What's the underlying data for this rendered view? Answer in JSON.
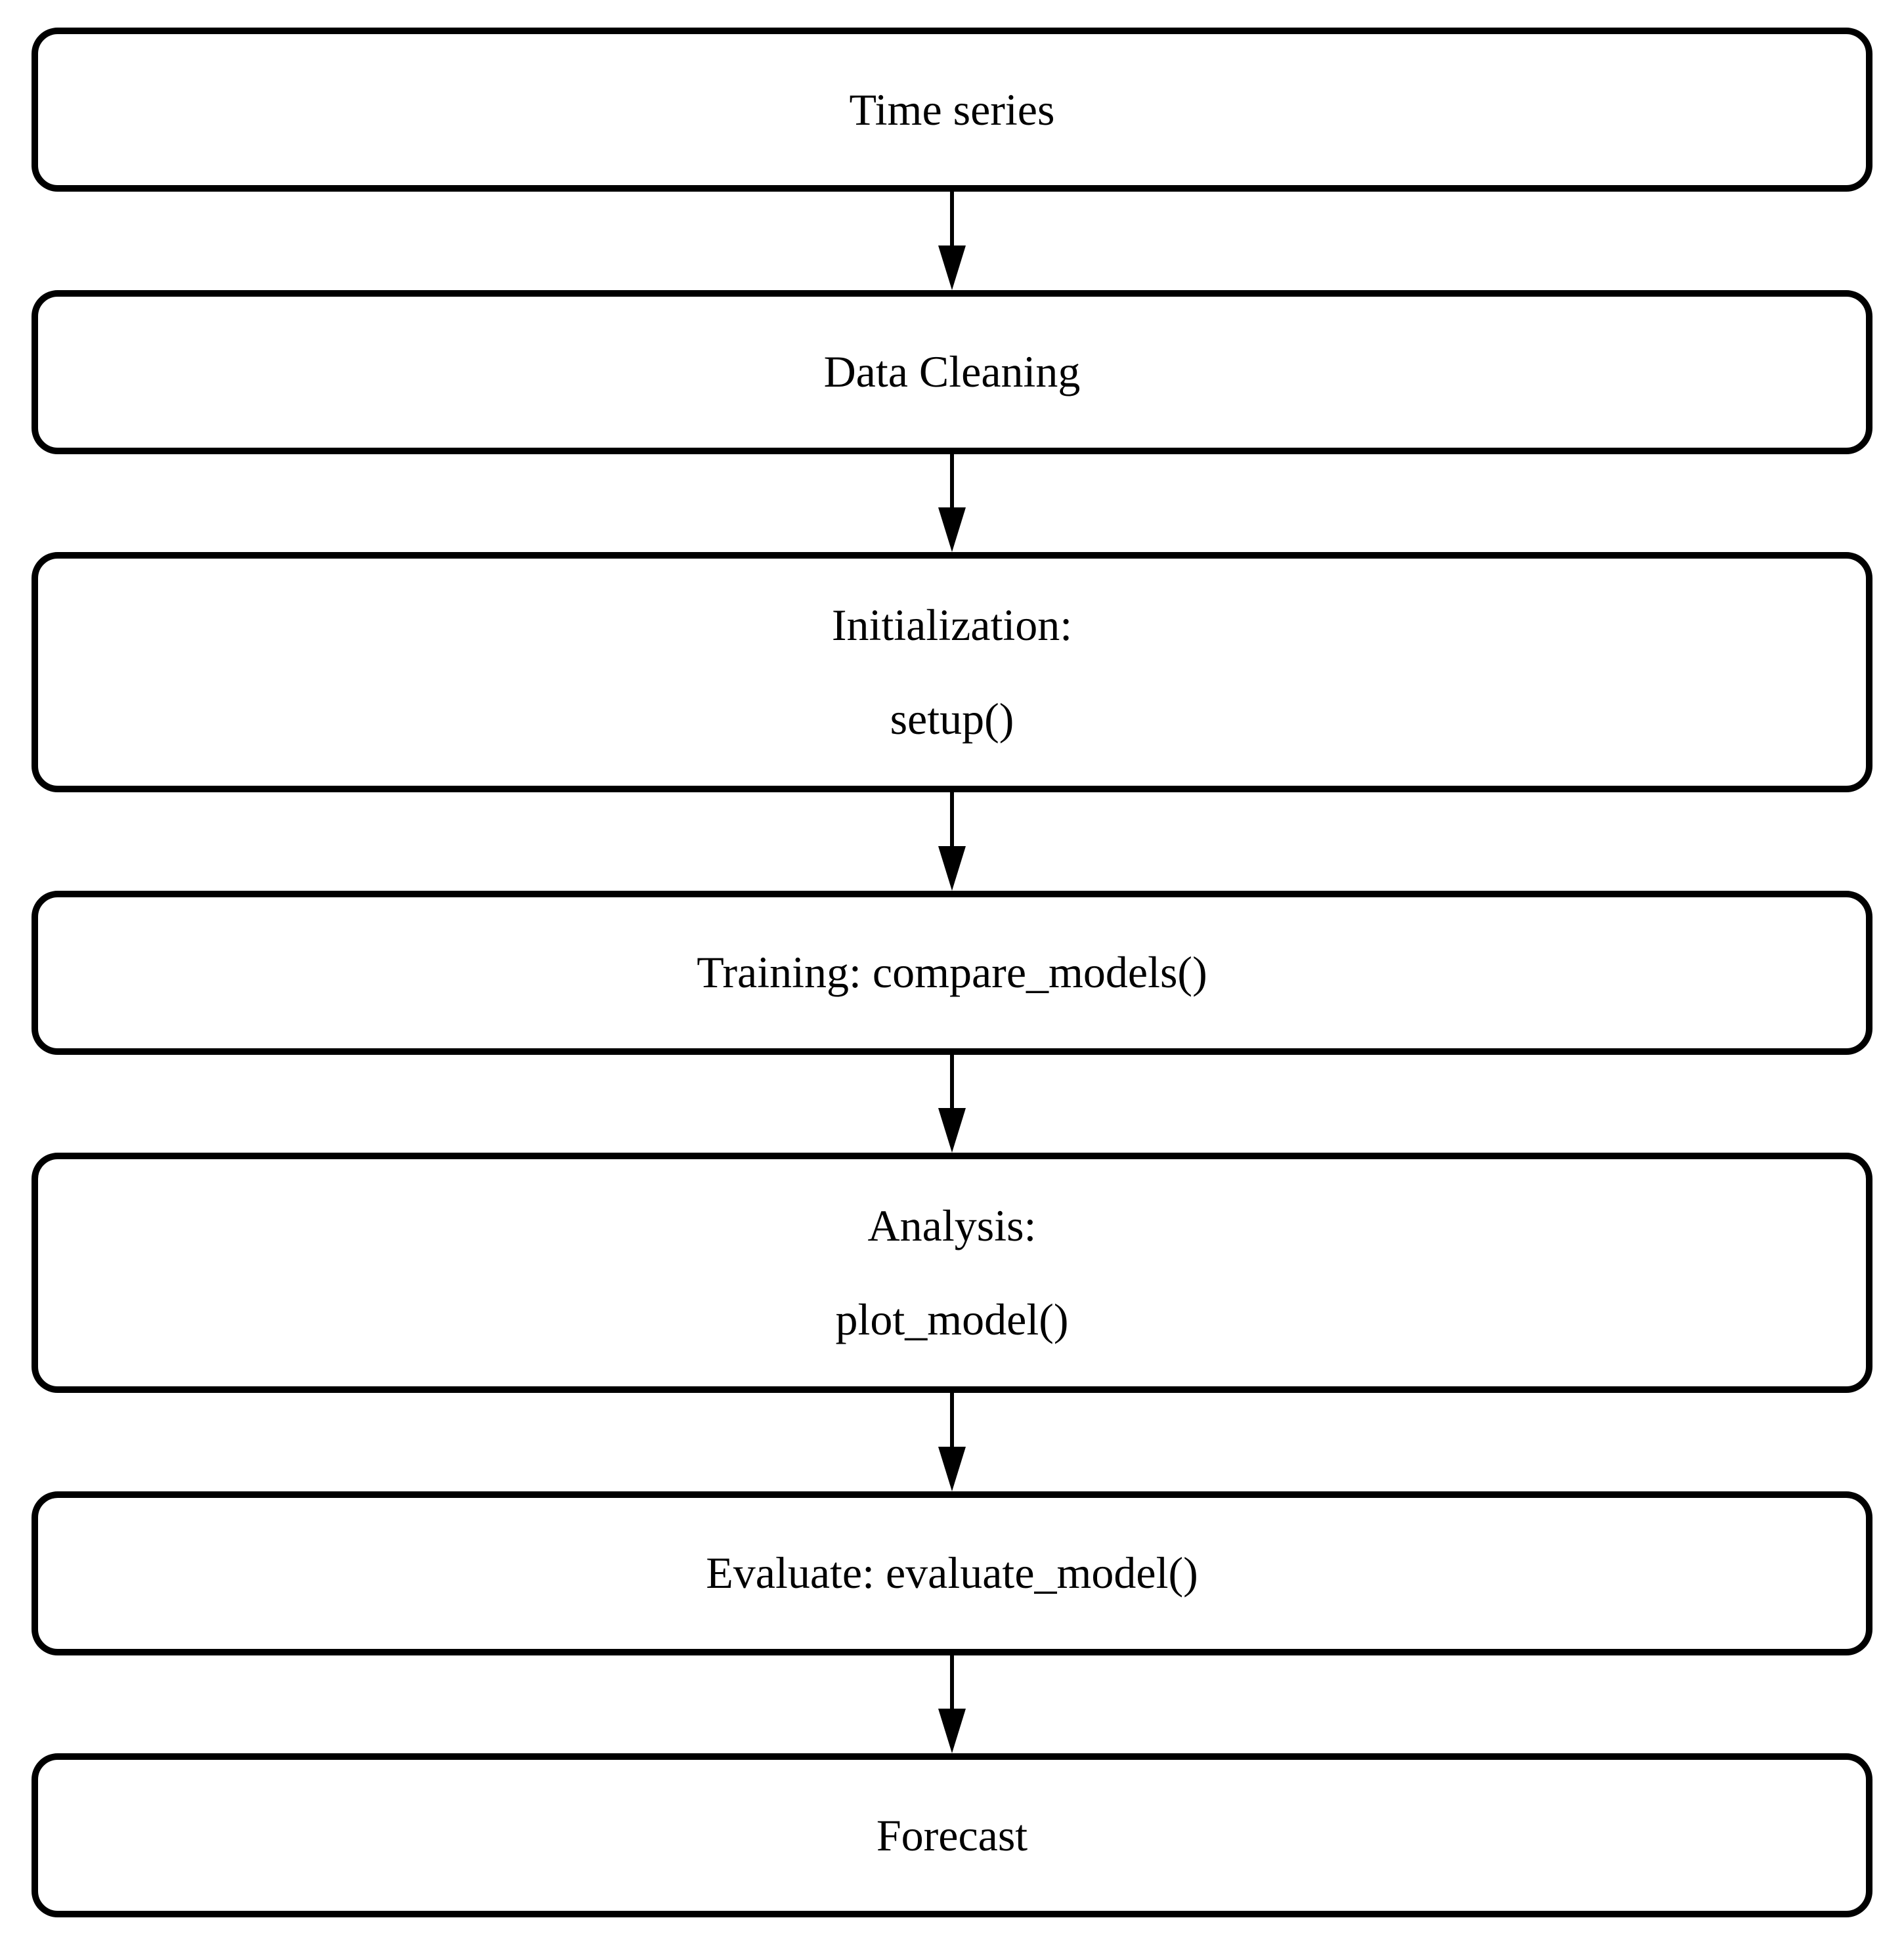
{
  "diagram": {
    "type": "flowchart",
    "direction": "top-down",
    "colors": {
      "border": "#000000",
      "text": "#000000",
      "node_background": "#ffffff",
      "page_background": "#ffffff"
    },
    "nodes": [
      {
        "id": "time-series",
        "lines": [
          "Time series"
        ]
      },
      {
        "id": "data-cleaning",
        "lines": [
          "Data Cleaning"
        ]
      },
      {
        "id": "initialization",
        "lines": [
          "Initialization:",
          "setup()"
        ]
      },
      {
        "id": "training",
        "lines": [
          "Training: compare_models()"
        ]
      },
      {
        "id": "analysis",
        "lines": [
          "Analysis:",
          "plot_model()"
        ]
      },
      {
        "id": "evaluate",
        "lines": [
          "Evaluate: evaluate_model()"
        ]
      },
      {
        "id": "forecast",
        "lines": [
          "Forecast"
        ]
      }
    ],
    "edges": [
      {
        "from": "time-series",
        "to": "data-cleaning",
        "style": "arrow-down"
      },
      {
        "from": "data-cleaning",
        "to": "initialization",
        "style": "arrow-down"
      },
      {
        "from": "initialization",
        "to": "training",
        "style": "arrow-down"
      },
      {
        "from": "training",
        "to": "analysis",
        "style": "arrow-down"
      },
      {
        "from": "analysis",
        "to": "evaluate",
        "style": "arrow-down"
      },
      {
        "from": "evaluate",
        "to": "forecast",
        "style": "arrow-down"
      }
    ]
  }
}
